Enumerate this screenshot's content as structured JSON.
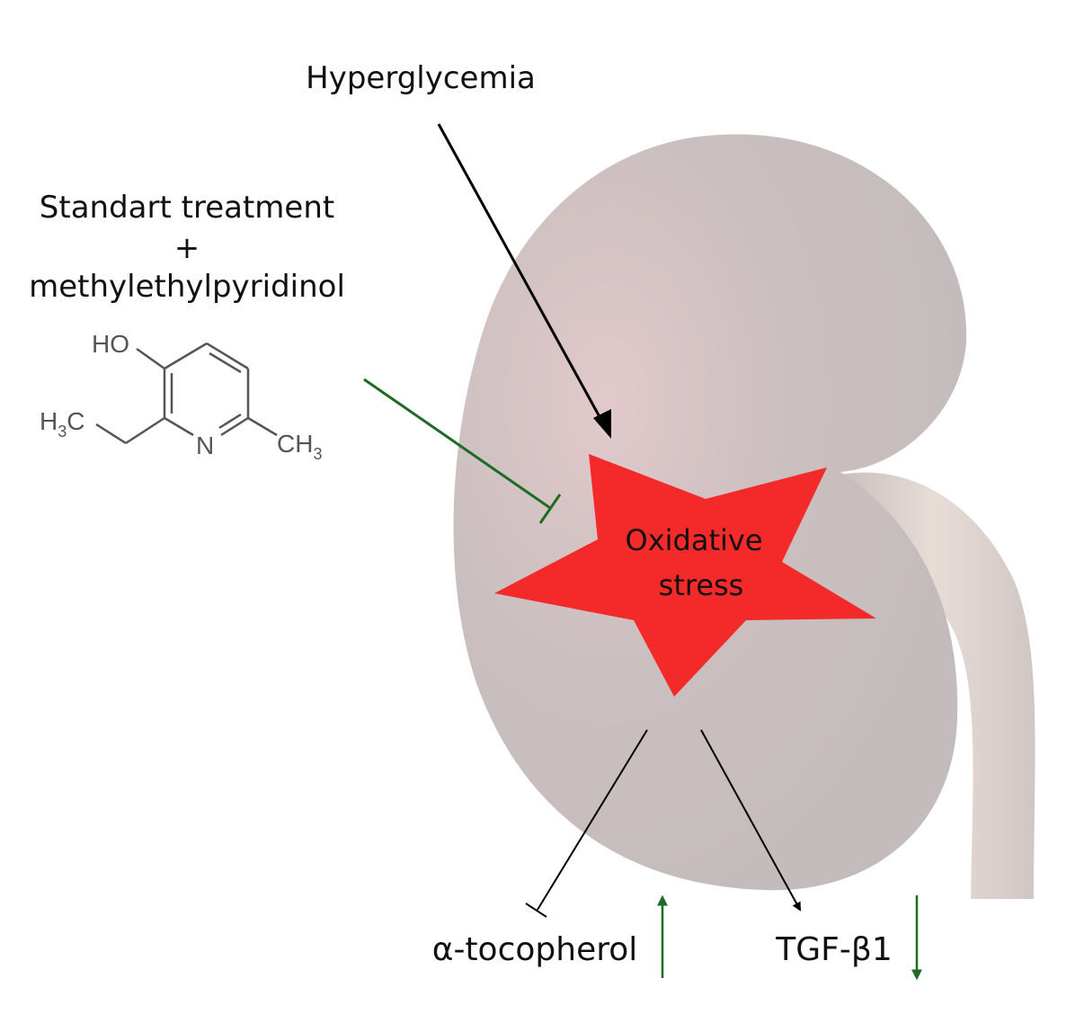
{
  "labels": {
    "hyperglycemia": "Hyperglycemia",
    "treatment_line1": "Standart treatment",
    "treatment_plus": "+",
    "treatment_line2": "methylethylpyridinol",
    "oxidative_line1": "Oxidative",
    "oxidative_line2": "stress",
    "tocopherol": "α-tocopherol",
    "tgf": "TGF-β1"
  },
  "chemical_structure": {
    "ho": "HO",
    "h3c": "H3C",
    "n": "N",
    "ch3": "CH3"
  },
  "colors": {
    "kidney": "#c8bfbf",
    "star": "#f42a2a",
    "inhibit_green": "#1e6b24",
    "arrow_black": "#000000"
  }
}
